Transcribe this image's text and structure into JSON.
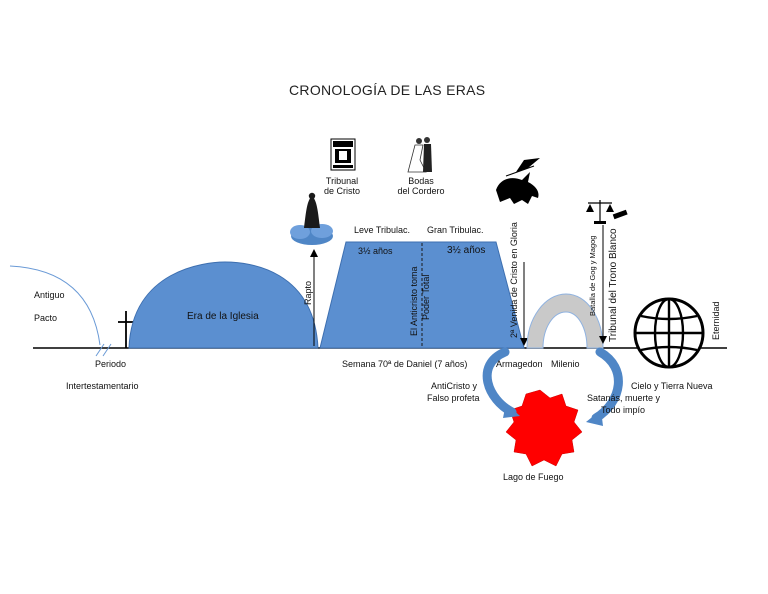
{
  "title": "CRONOLOGÍA DE LAS ERAS",
  "labels": {
    "antiguo": "Antiguo",
    "pacto": "Pacto",
    "periodo": "Periodo",
    "intertestamentario": "Intertestamentario",
    "era_iglesia": "Era de la Iglesia",
    "rapto": "Rapto",
    "tribunal_cristo_1": "Tribunal",
    "tribunal_cristo_2": "de Cristo",
    "bodas_1": "Bodas",
    "bodas_2": "del Cordero",
    "leve_tribulac": "Leve Tribulac.",
    "gran_tribulac": "Gran Tribulac.",
    "anos_1": "3½ años",
    "anos_2": "3½ años",
    "anticristo_toma_1": "El Anticristo toma",
    "anticristo_toma_2": "Poder Total",
    "semana_70": "Semana 70ª de Daniel (7 años)",
    "segunda_venida": "2ª Venida de Cristo en Gloria",
    "armagedon": "Armagedon",
    "milenio": "Milenio",
    "batalla_gog": "Batalla de Gog y Magog",
    "tribunal_trono": "Tribunal del Trono Blanco",
    "eternidad": "Eternidad",
    "anticristo_falso_1": "AntiCristo y",
    "anticristo_falso_2": "Falso profeta",
    "satanas_1": "Satanás, muerte y",
    "satanas_2": "Todo impío",
    "cielo_tierra": "Cielo y Tierra Nueva",
    "lago_fuego": "Lago de Fuego"
  },
  "colors": {
    "blue_fill": "#5b8fd0",
    "blue_stroke": "#3d6fb0",
    "gray_arch": "#c9c9c9",
    "red_star": "#ff0000",
    "arrow_blue": "#4f86c6",
    "line": "#000000"
  },
  "icons": [
    "cross-icon",
    "ascension-cloud-icon",
    "throne-icon",
    "wedding-couple-icon",
    "rider-horse-icon",
    "scales-gavel-icon",
    "globe-icon",
    "fire-star-icon"
  ]
}
